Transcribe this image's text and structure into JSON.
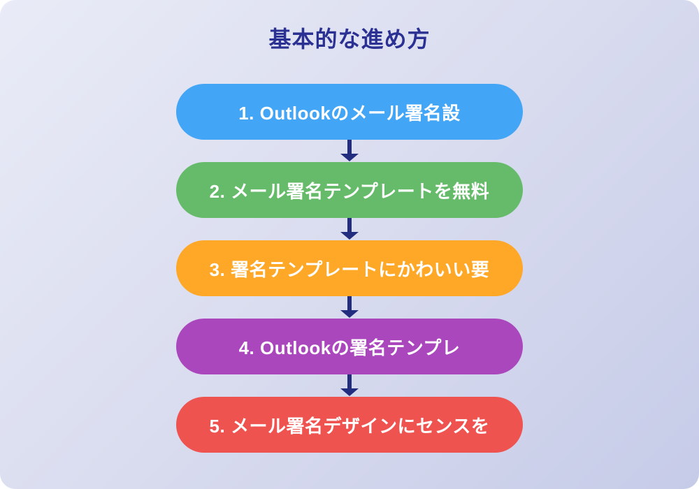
{
  "page": {
    "title": "基本的な進め方",
    "title_color": "#2B3193",
    "background": {
      "gradient_start": "#E9EBF7",
      "gradient_end": "#C6CBE8",
      "corner_outside": "#FFFFFF"
    }
  },
  "flow": {
    "arrow_color": "#232D7F",
    "steps": [
      {
        "label": "1. Outlookのメール署名設",
        "color": "#42A5F5"
      },
      {
        "label": "2. メール署名テンプレートを無料",
        "color": "#66BB6A"
      },
      {
        "label": "3. 署名テンプレートにかわいい要",
        "color": "#FFA726"
      },
      {
        "label": "4. Outlookの署名テンプレ",
        "color": "#AB47BC"
      },
      {
        "label": "5. メール署名デザインにセンスを",
        "color": "#EF5350"
      }
    ]
  }
}
